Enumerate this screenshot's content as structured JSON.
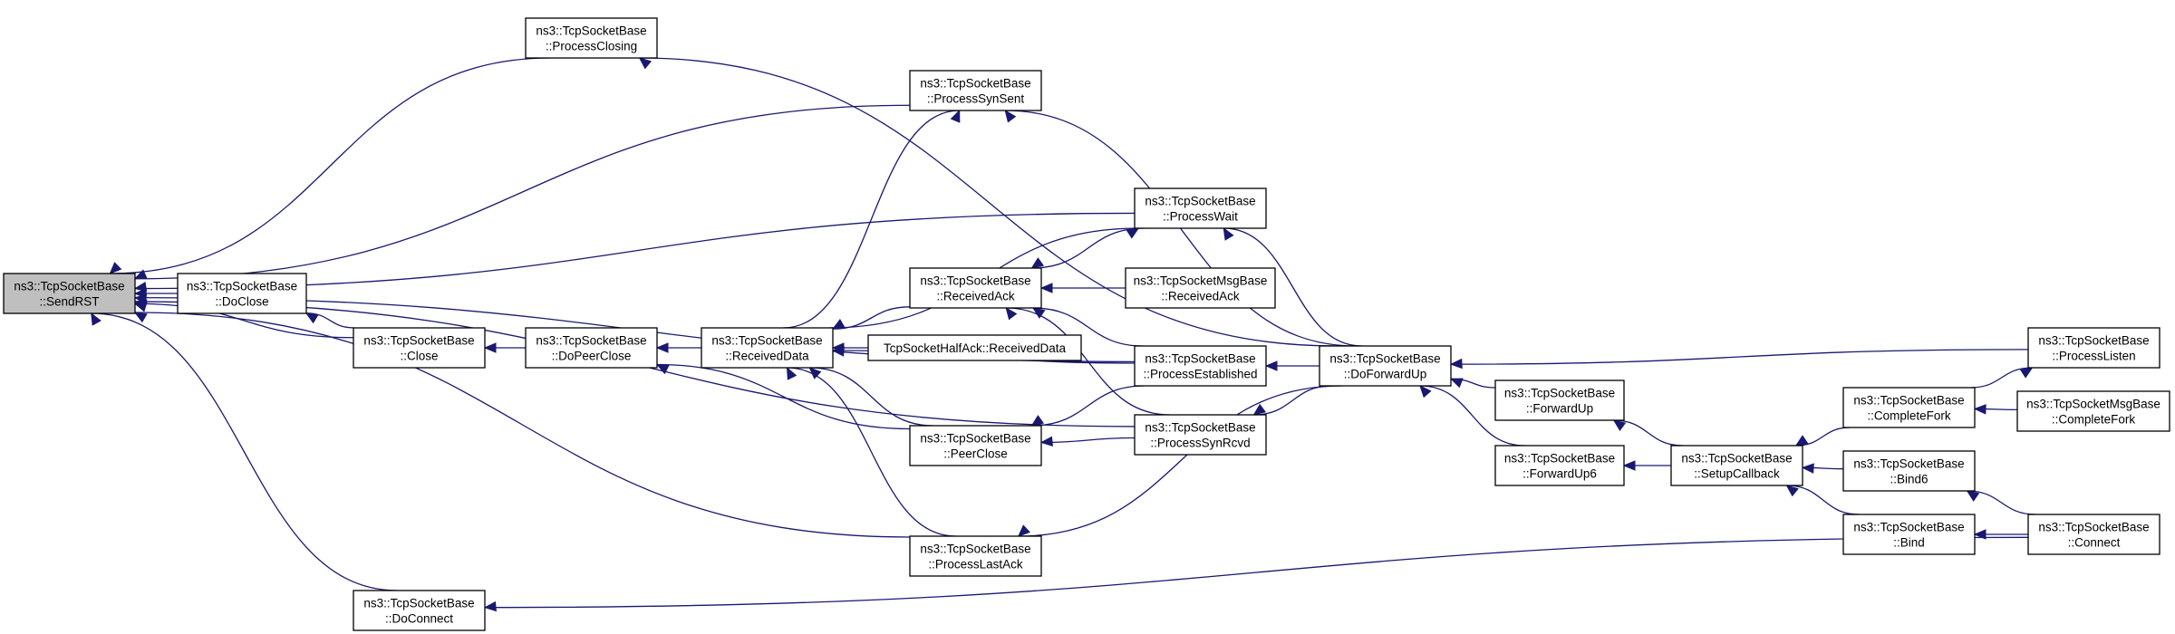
{
  "nodes": [
    {
      "id": "sendrst",
      "lines": [
        "ns3::TcpSocketBase",
        "::SendRST"
      ],
      "root": true
    },
    {
      "id": "processclosing",
      "lines": [
        "ns3::TcpSocketBase",
        "::ProcessClosing"
      ]
    },
    {
      "id": "processsynsent",
      "lines": [
        "ns3::TcpSocketBase",
        "::ProcessSynSent"
      ]
    },
    {
      "id": "processwait",
      "lines": [
        "ns3::TcpSocketBase",
        "::ProcessWait"
      ]
    },
    {
      "id": "docloseA",
      "lines": [
        "ns3::TcpSocketBase",
        "::DoClose"
      ]
    },
    {
      "id": "close",
      "lines": [
        "ns3::TcpSocketBase",
        "::Close"
      ]
    },
    {
      "id": "dopeerclose",
      "lines": [
        "ns3::TcpSocketBase",
        "::DoPeerClose"
      ]
    },
    {
      "id": "receiveddata",
      "lines": [
        "ns3::TcpSocketBase",
        "::ReceivedData"
      ]
    },
    {
      "id": "receivedack",
      "lines": [
        "ns3::TcpSocketBase",
        "::ReceivedAck"
      ]
    },
    {
      "id": "msgreceivedack",
      "lines": [
        "ns3::TcpSocketMsgBase",
        "::ReceivedAck"
      ]
    },
    {
      "id": "halfack",
      "lines": [
        "TcpSocketHalfAck::ReceivedData"
      ]
    },
    {
      "id": "processestablished",
      "lines": [
        "ns3::TcpSocketBase",
        "::ProcessEstablished"
      ]
    },
    {
      "id": "processsynrcvd",
      "lines": [
        "ns3::TcpSocketBase",
        "::ProcessSynRcvd"
      ]
    },
    {
      "id": "peerclose",
      "lines": [
        "ns3::TcpSocketBase",
        "::PeerClose"
      ]
    },
    {
      "id": "processlastack",
      "lines": [
        "ns3::TcpSocketBase",
        "::ProcessLastAck"
      ]
    },
    {
      "id": "doconnect",
      "lines": [
        "ns3::TcpSocketBase",
        "::DoConnect"
      ]
    },
    {
      "id": "doforwardup",
      "lines": [
        "ns3::TcpSocketBase",
        "::DoForwardUp"
      ]
    },
    {
      "id": "forwardup",
      "lines": [
        "ns3::TcpSocketBase",
        "::ForwardUp"
      ]
    },
    {
      "id": "forwardup6",
      "lines": [
        "ns3::TcpSocketBase",
        "::ForwardUp6"
      ]
    },
    {
      "id": "setupcallback",
      "lines": [
        "ns3::TcpSocketBase",
        "::SetupCallback"
      ]
    },
    {
      "id": "completefork",
      "lines": [
        "ns3::TcpSocketBase",
        "::CompleteFork"
      ]
    },
    {
      "id": "bind6",
      "lines": [
        "ns3::TcpSocketBase",
        "::Bind6"
      ]
    },
    {
      "id": "bind",
      "lines": [
        "ns3::TcpSocketBase",
        "::Bind"
      ]
    },
    {
      "id": "processlisten",
      "lines": [
        "ns3::TcpSocketBase",
        "::ProcessListen"
      ]
    },
    {
      "id": "msgcompletefork",
      "lines": [
        "ns3::TcpSocketMsgBase",
        "::CompleteFork"
      ]
    },
    {
      "id": "connect",
      "lines": [
        "ns3::TcpSocketBase",
        "::Connect"
      ]
    }
  ],
  "edges": [
    [
      "processclosing",
      "sendrst"
    ],
    [
      "processsynsent",
      "sendrst"
    ],
    [
      "processwait",
      "sendrst"
    ],
    [
      "processestablished",
      "sendrst"
    ],
    [
      "docloseA",
      "sendrst"
    ],
    [
      "close",
      "sendrst"
    ],
    [
      "processsynrcvd",
      "sendrst"
    ],
    [
      "processlastack",
      "sendrst"
    ],
    [
      "doconnect",
      "sendrst"
    ],
    [
      "close",
      "docloseA"
    ],
    [
      "dopeerclose",
      "close"
    ],
    [
      "receiveddata",
      "dopeerclose"
    ],
    [
      "peerclose",
      "dopeerclose"
    ],
    [
      "receiveddata",
      "processsynsent"
    ],
    [
      "receiveddata",
      "processwait"
    ],
    [
      "receivedack",
      "receiveddata"
    ],
    [
      "halfack",
      "receiveddata"
    ],
    [
      "processestablished",
      "receiveddata"
    ],
    [
      "peerclose",
      "receiveddata"
    ],
    [
      "processlastack",
      "receiveddata"
    ],
    [
      "processwait",
      "receivedack"
    ],
    [
      "msgreceivedack",
      "receivedack"
    ],
    [
      "processestablished",
      "receivedack"
    ],
    [
      "processsynrcvd",
      "receivedack"
    ],
    [
      "processestablished",
      "peerclose"
    ],
    [
      "processsynrcvd",
      "peerclose"
    ],
    [
      "doforwardup",
      "processclosing"
    ],
    [
      "doforwardup",
      "processsynsent"
    ],
    [
      "doforwardup",
      "processwait"
    ],
    [
      "doforwardup",
      "processestablished"
    ],
    [
      "doforwardup",
      "processsynrcvd"
    ],
    [
      "doforwardup",
      "processlastack"
    ],
    [
      "processlisten",
      "doforwardup"
    ],
    [
      "forwardup",
      "doforwardup"
    ],
    [
      "forwardup6",
      "doforwardup"
    ],
    [
      "setupcallback",
      "forwardup"
    ],
    [
      "setupcallback",
      "forwardup6"
    ],
    [
      "completefork",
      "setupcallback"
    ],
    [
      "bind6",
      "setupcallback"
    ],
    [
      "bind",
      "setupcallback"
    ],
    [
      "completefork",
      "processlisten"
    ],
    [
      "msgcompletefork",
      "completefork"
    ],
    [
      "connect",
      "bind6"
    ],
    [
      "connect",
      "bind"
    ],
    [
      "connect",
      "doconnect"
    ]
  ]
}
